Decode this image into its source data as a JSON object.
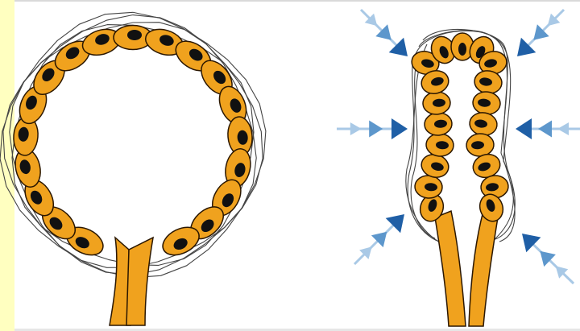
{
  "figure": {
    "panels": [
      {
        "id": "relaxed-alveolus",
        "arrows": 0
      },
      {
        "id": "contracted-alveolus",
        "arrows": 6
      }
    ],
    "colors": {
      "background": "#ffffff",
      "side_strip": "#ffffc0",
      "cell_fill": "#f0a21e",
      "cell_outline": "#2b1700",
      "nucleus": "#111111",
      "fiber_stroke": "#444444",
      "arrow_light": "#a9c9e6",
      "arrow_mid": "#5d97cc",
      "arrow_dark": "#1f5fa6"
    },
    "icons": [
      "secretory-cell-icon",
      "nucleus-icon",
      "contraction-arrow-icon",
      "myoepithelial-fiber-icon"
    ]
  }
}
